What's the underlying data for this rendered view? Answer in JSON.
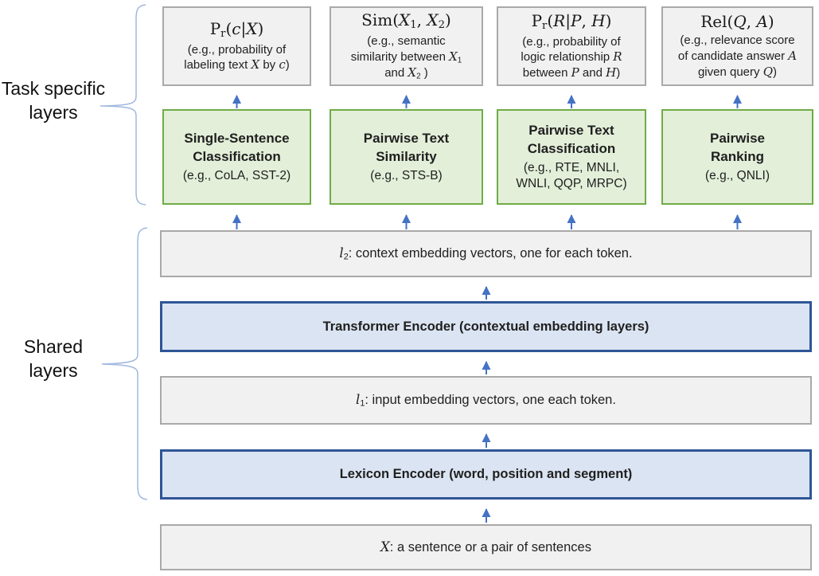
{
  "side": {
    "task_specific": [
      "Task specific",
      "layers"
    ],
    "shared": [
      "Shared",
      "layers"
    ]
  },
  "colors": {
    "arrow": "#4472C4",
    "brace": "#9FB8DF",
    "gray_fill": "#F1F1F1",
    "gray_border": "#A9A9A9",
    "green_fill": "#E3EFD9",
    "green_border": "#6FAC46",
    "blue_fill": "#DBE4F2",
    "blue_border": "#2F5597"
  },
  "columns": [
    {
      "formula": [
        {
          "t": "P"
        },
        {
          "t": "r",
          "sub": true
        },
        {
          "t": "("
        },
        {
          "t": "c",
          "i": true
        },
        {
          "t": "|"
        },
        {
          "t": "X",
          "i": true
        },
        {
          "t": ")"
        }
      ],
      "formula_note": [
        {
          "t": "(e.g., probability of"
        },
        {
          "br": true
        },
        {
          "t": "labeling text "
        },
        {
          "t": "X",
          "i": true
        },
        {
          "t": " by "
        },
        {
          "t": "c",
          "i": true
        },
        {
          "t": ")"
        }
      ],
      "task_title": [
        "Single-Sentence",
        "Classification"
      ],
      "task_note": "(e.g., CoLA, SST-2)"
    },
    {
      "formula": [
        {
          "t": "Sim("
        },
        {
          "t": "X",
          "i": true
        },
        {
          "t": "1",
          "sub": true
        },
        {
          "t": ", "
        },
        {
          "t": "X",
          "i": true
        },
        {
          "t": "2",
          "sub": true
        },
        {
          "t": ")"
        }
      ],
      "formula_note": [
        {
          "t": "(e.g., semantic"
        },
        {
          "br": true
        },
        {
          "t": "similarity between "
        },
        {
          "t": "X",
          "i": true
        },
        {
          "t": "1",
          "sub": true
        },
        {
          "br": true
        },
        {
          "t": "and "
        },
        {
          "t": "X",
          "i": true
        },
        {
          "t": "2",
          "sub": true
        },
        {
          "t": " )"
        }
      ],
      "task_title": [
        "Pairwise Text",
        "Similarity"
      ],
      "task_note": "(e.g., STS-B)"
    },
    {
      "formula": [
        {
          "t": "P"
        },
        {
          "t": "r",
          "sub": true
        },
        {
          "t": "("
        },
        {
          "t": "R",
          "i": true
        },
        {
          "t": "|"
        },
        {
          "t": "P",
          "i": true
        },
        {
          "t": ", "
        },
        {
          "t": "H",
          "i": true
        },
        {
          "t": ")"
        }
      ],
      "formula_note": [
        {
          "t": "(e.g., probability of"
        },
        {
          "br": true
        },
        {
          "t": "logic relationship "
        },
        {
          "t": "R",
          "i": true
        },
        {
          "br": true
        },
        {
          "t": "between "
        },
        {
          "t": "P",
          "i": true
        },
        {
          "t": " and "
        },
        {
          "t": "H",
          "i": true
        },
        {
          "t": ")"
        }
      ],
      "task_title": [
        "Pairwise Text",
        "Classification"
      ],
      "task_note": [
        "(e.g., RTE, MNLI,",
        "WNLI, QQP, MRPC)"
      ]
    },
    {
      "formula": [
        {
          "t": "Rel("
        },
        {
          "t": "Q",
          "i": true
        },
        {
          "t": ", "
        },
        {
          "t": "A",
          "i": true
        },
        {
          "t": ")"
        }
      ],
      "formula_note": [
        {
          "t": "(e.g., relevance score"
        },
        {
          "br": true
        },
        {
          "t": "of candidate answer "
        },
        {
          "t": "A",
          "i": true
        },
        {
          "br": true
        },
        {
          "t": "given query "
        },
        {
          "t": "Q",
          "i": true
        },
        {
          "t": ")"
        }
      ],
      "task_title": [
        "Pairwise",
        "Ranking"
      ],
      "task_note": "(e.g., QNLI)"
    }
  ],
  "stack": {
    "l2_label": [
      {
        "t": "l",
        "i": true
      },
      {
        "t": "2",
        "sub": true
      },
      {
        "t": ": context embedding vectors, one for each token."
      }
    ],
    "transformer_label": "Transformer Encoder (contextual embedding layers)",
    "l1_label": [
      {
        "t": "l",
        "i": true
      },
      {
        "t": "1",
        "sub": true
      },
      {
        "t": ": input embedding vectors, one each token."
      }
    ],
    "lexicon_label": "Lexicon Encoder (word, position and segment)",
    "input_label": [
      {
        "t": "X",
        "i": true
      },
      {
        "t": ": a sentence or a pair of sentences"
      }
    ]
  }
}
